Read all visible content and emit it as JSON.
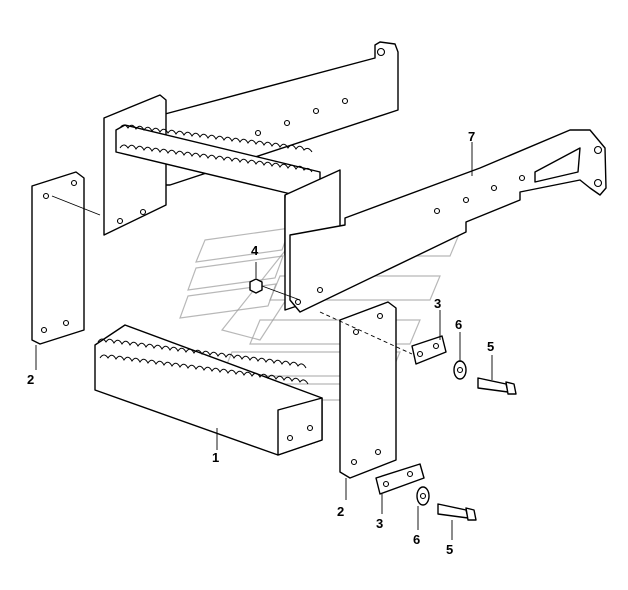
{
  "callouts": {
    "c1": "1",
    "c2_left": "2",
    "c2_bottom": "2",
    "c3_top": "3",
    "c3_bottom": "3",
    "c4": "4",
    "c5_top": "5",
    "c5_bottom": "5",
    "c6_top": "6",
    "c6_bottom": "6",
    "c7": "7"
  }
}
